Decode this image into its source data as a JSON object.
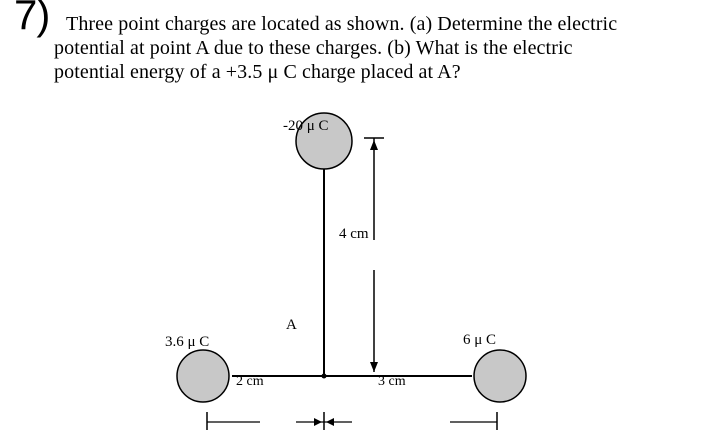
{
  "question": {
    "number": "7)",
    "line1": "Three point charges are located as shown. (a) Determine the electric",
    "line2": "potential at point A due to these charges.  (b) What is the electric",
    "line3": "potential energy of a +3.5 μ  C charge placed at A?"
  },
  "diagram": {
    "charge_top": "-20 μ  C",
    "charge_left": "3.6 μ  C",
    "charge_right": "6 μ  C",
    "point_label": "A",
    "dist_vertical": "4 cm",
    "dist_left": "2 cm",
    "dist_right": "3 cm"
  },
  "colors": {
    "charge_fill": "#c8c8c8",
    "stroke": "#000000"
  }
}
